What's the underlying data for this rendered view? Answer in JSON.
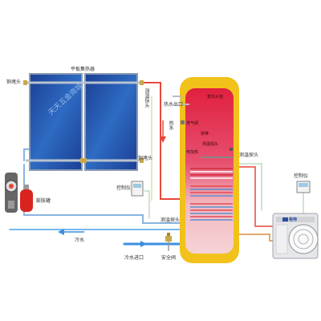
{
  "collector": {
    "title": "平板集热器",
    "watermark": "天天五金商城"
  },
  "labels": {
    "plug_left": "铜堵头",
    "plug_right": "铜堵头",
    "collector_sensor": "测温探头",
    "hot_outlet": "热水出口",
    "hot_water": "热水",
    "heat_core": "蓄热水箱",
    "vent": "排气阀",
    "magnesium": "镁棒",
    "tank_sensor": "测温探头",
    "electric": "电加热",
    "heatpump_sensor": "测温探头",
    "controller_left": "控制仪",
    "controller_right": "控制仪",
    "bottom_sensor": "测温探头",
    "expansion": "膨胀罐",
    "cold_water": "冷水",
    "cold_inlet": "冷水进口",
    "safety_valve": "安全阀",
    "heatpump_brand": "格特"
  },
  "colors": {
    "hot_pipe": "#e8473b",
    "cold_pipe": "#3b8fe0",
    "tank_body": "#f2c11a",
    "tank_hot": "#e0203f",
    "panel_blue": "#1f4fa8",
    "panel_frame": "#8a9bb0"
  }
}
